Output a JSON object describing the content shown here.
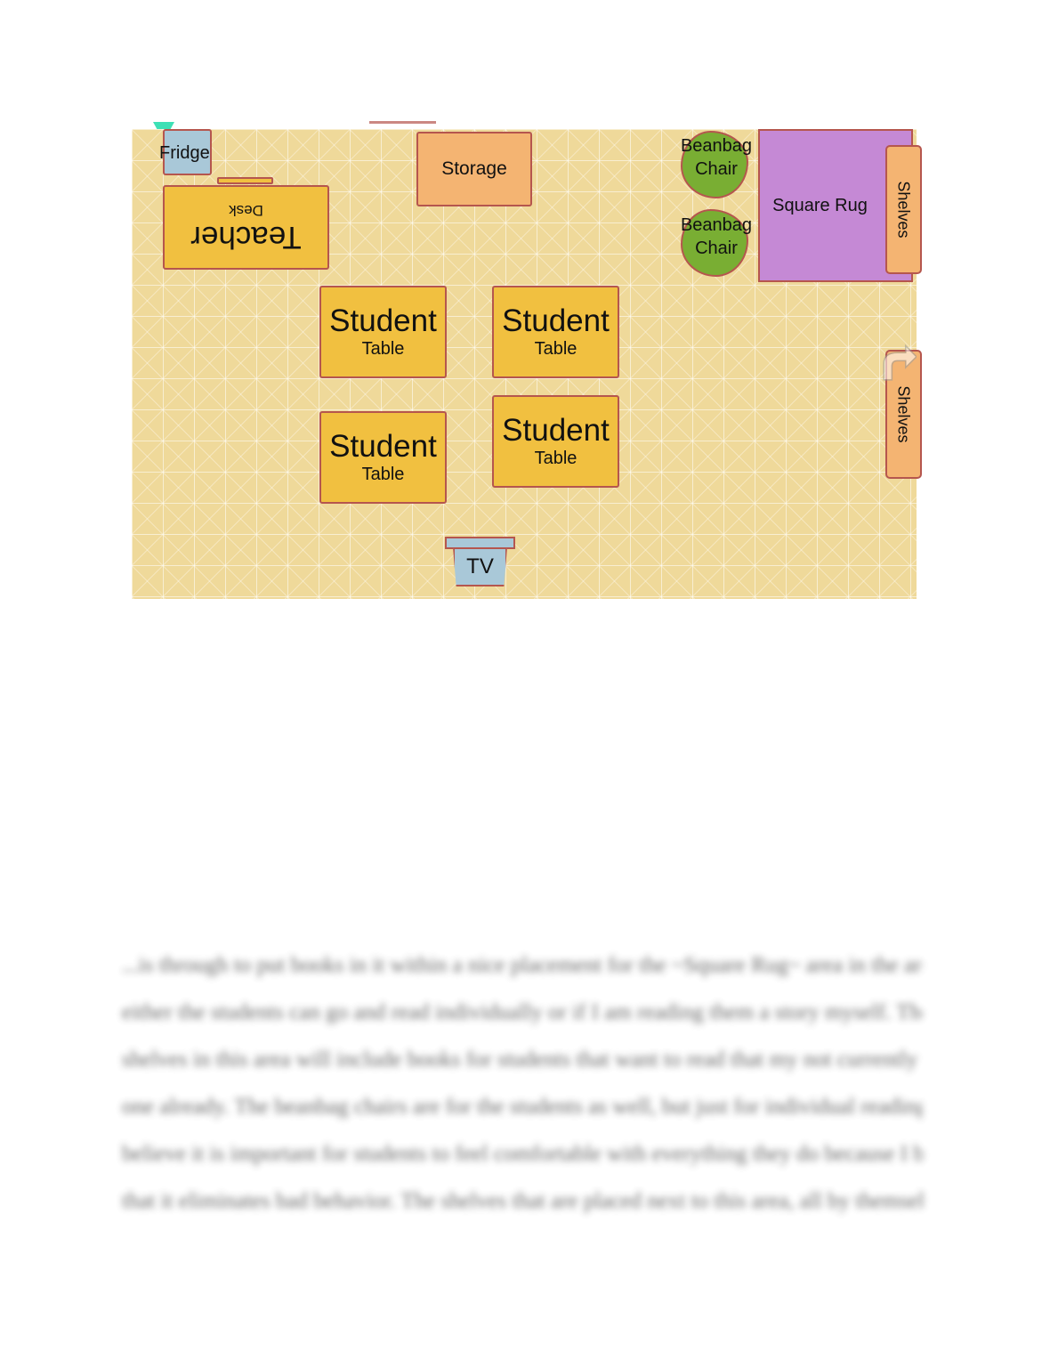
{
  "floor_plan": {
    "fridge": "Fridge",
    "storage": "Storage",
    "teacher_desk": {
      "title": "Teacher",
      "subtitle": "Desk"
    },
    "student_tables": [
      {
        "title": "Student",
        "subtitle": "Table"
      },
      {
        "title": "Student",
        "subtitle": "Table"
      },
      {
        "title": "Student",
        "subtitle": "Table"
      },
      {
        "title": "Student",
        "subtitle": "Table"
      }
    ],
    "beanbags": [
      {
        "line1": "Beanbag",
        "line2": "Chair"
      },
      {
        "line1": "Beanbag",
        "line2": "Chair"
      }
    ],
    "square_rug": "Square Rug",
    "shelves": [
      "Shelves",
      "Shelves"
    ],
    "tv": "TV"
  },
  "body_text": [
    "...is through to put books in it within a nice placement for the ~Square Rug~ area in the area where",
    "either the students can go and read individually or if I am reading them a story myself. The",
    "shelves in this area will include books for students that want to read that my not currently have",
    "one already. The beanbag chairs are for the students as well, but just for individual reading. I",
    "believe it is important for students to feel comfortable with everything they do because I believe",
    "that it eliminates bad behavior. The shelves that are placed next to this area, all by themselves, I"
  ],
  "colors": {
    "floor": "#efd99a",
    "furniture": "#f1c040",
    "storage": "#f4b472",
    "rug": "#c589d5",
    "beanbag": "#79ae33",
    "appliance": "#a9c8d8",
    "outline": "#b5564e"
  }
}
